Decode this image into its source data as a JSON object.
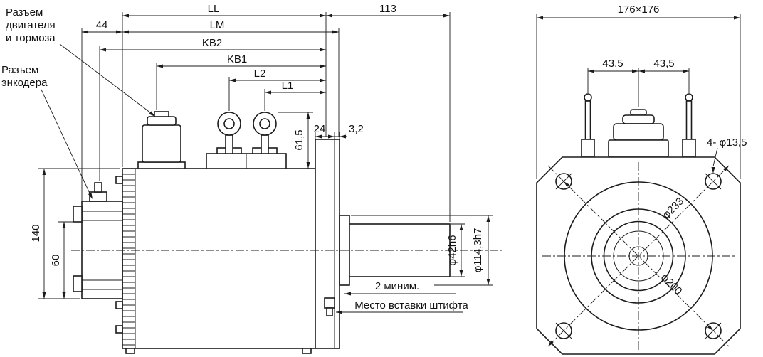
{
  "drawing": {
    "side_view": {
      "callouts": {
        "motor_brake_connector": [
          "Разъем",
          "двигателя",
          "и тормоза"
        ],
        "encoder_connector": [
          "Разъем",
          "энкодера"
        ],
        "min_clearance": "2 миним.",
        "pin_insertion": "Место вставки штифта"
      },
      "dimensions": {
        "ll": "LL",
        "shaft_extension": "113",
        "rear_section": "44",
        "lm": "LM",
        "kb2": "KB2",
        "kb1": "KB1",
        "l2": "L2",
        "l1": "L1",
        "eyebolt_height": "61,5",
        "flange_offset": "24",
        "flange_plate": "3,2",
        "body_height": "140",
        "encoder_height": "60",
        "shaft_diameter": "φ42h6",
        "pilot_diameter": "φ114,3h7"
      }
    },
    "front_view": {
      "dimensions": {
        "flange_size": "176×176",
        "offset_left": "43,5",
        "offset_right": "43,5",
        "mounting_holes": "4- φ13,5",
        "corner_circle": "φ233",
        "bolt_circle": "φ200"
      }
    }
  }
}
